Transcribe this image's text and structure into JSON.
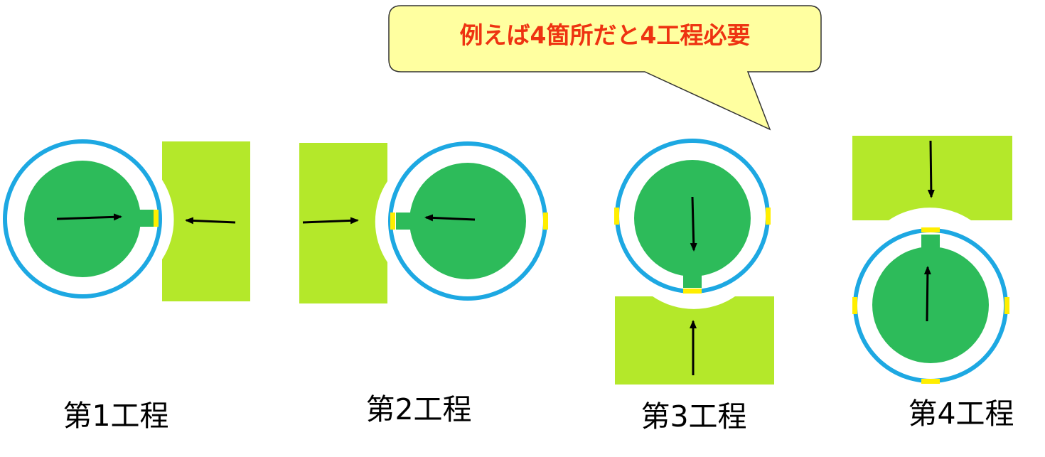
{
  "callout": {
    "text": "例えば4箇所だと4工程必要",
    "text_color": "#ee3311",
    "fill": "#ffffa0"
  },
  "steps": [
    {
      "label": "第1工程"
    },
    {
      "label": "第2工程"
    },
    {
      "label": "第3工程"
    },
    {
      "label": "第4工程"
    }
  ],
  "colors": {
    "ring": "#1da8e2",
    "joint": "#ffee00",
    "core": "#2dbb5a",
    "die": "#b4e82a",
    "arrow": "#000000"
  }
}
